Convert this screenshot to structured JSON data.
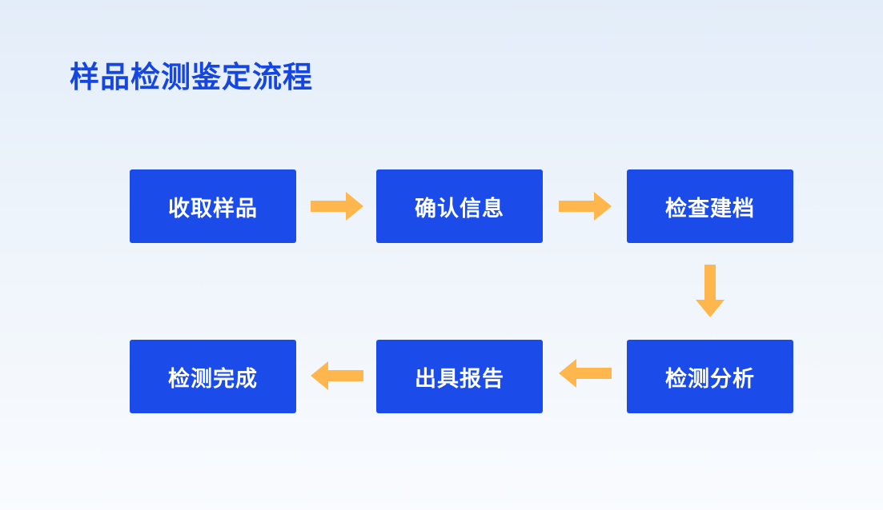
{
  "title": "样品检测鉴定流程",
  "steps": [
    "收取样品",
    "确认信息",
    "检查建档",
    "检测分析",
    "出具报告",
    "检测完成"
  ],
  "colors": {
    "title": "#1546df",
    "box": "#1b4cea",
    "box_text": "#ffffff",
    "arrow": "#ffb74d"
  }
}
